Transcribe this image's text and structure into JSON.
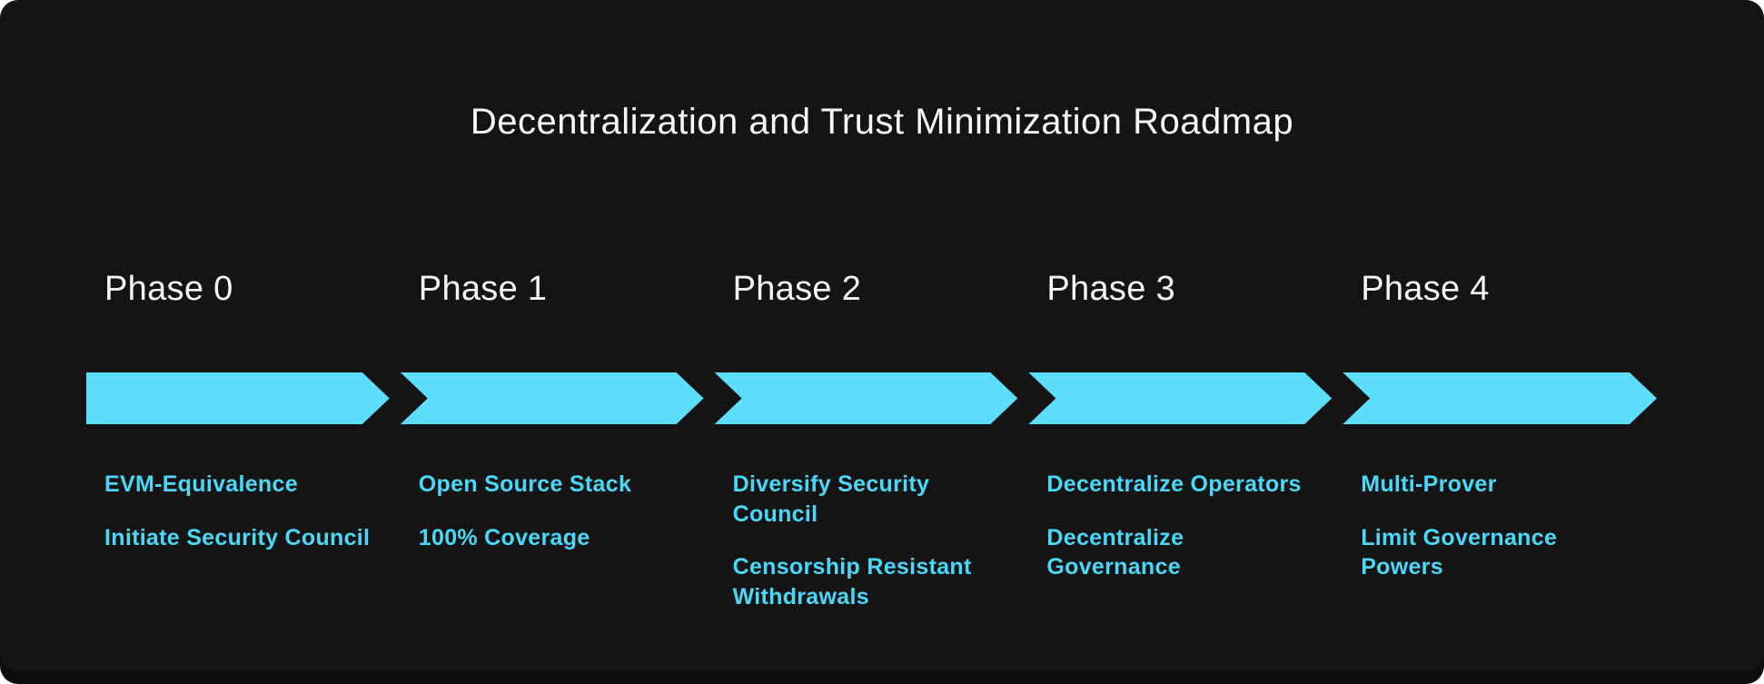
{
  "title": "Decentralization and Trust Minimization Roadmap",
  "colors": {
    "card_outer": "#0d0d0d",
    "card_inner": "#141414",
    "arrow": "#5cdefb",
    "bullet_text": "#4ad8f8",
    "phase_text": "#f5f5f5",
    "title_text": "#f7f7f7"
  },
  "phases": [
    {
      "label": "Phase 0",
      "items": [
        "EVM-Equivalence",
        "Initiate Security Council"
      ]
    },
    {
      "label": "Phase 1",
      "items": [
        "Open Source Stack",
        "100% Coverage"
      ]
    },
    {
      "label": "Phase 2",
      "items": [
        "Diversify Security Council",
        "Censorship Resistant Withdrawals"
      ]
    },
    {
      "label": "Phase 3",
      "items": [
        "Decentralize Operators",
        "Decentralize Governance"
      ]
    },
    {
      "label": "Phase 4",
      "items": [
        "Multi-Prover",
        "Limit Governance Powers"
      ]
    }
  ]
}
